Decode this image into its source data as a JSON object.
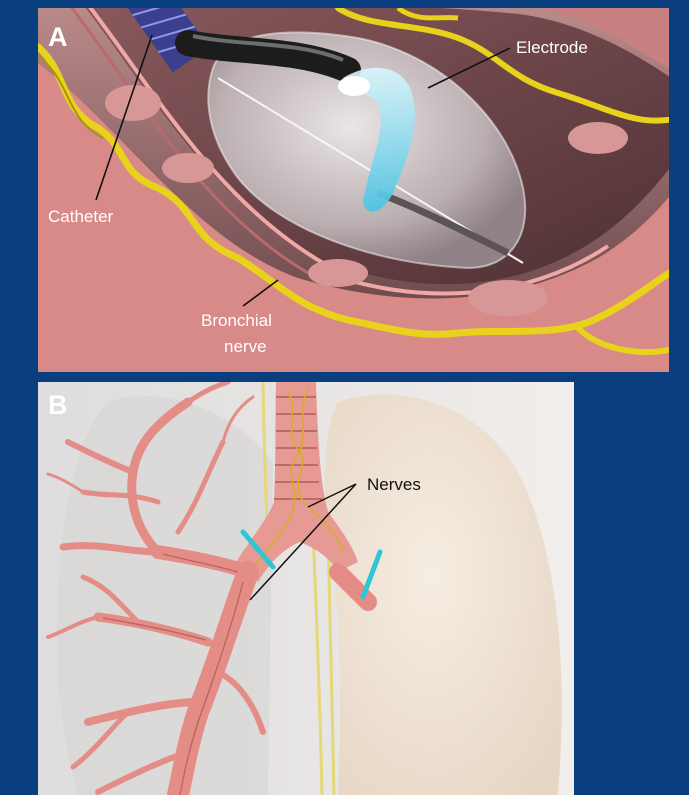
{
  "figure": {
    "panel_a": {
      "letter": "A",
      "labels": {
        "electrode": "Electrode",
        "catheter": "Catheter",
        "bronchial_line1": "Bronchial",
        "bronchial_line2": "nerve"
      }
    },
    "panel_b": {
      "letter": "B",
      "labels": {
        "nerves": "Nerves"
      }
    }
  },
  "colors": {
    "background": "#0a3f7f",
    "nerve_yellow": "#e8d21c",
    "airway_pink": "#e28f8f",
    "electrode_blue": "#6fd3ec",
    "ablation_cyan": "#2ec6d6",
    "lung_beige": "#efe2d2"
  }
}
